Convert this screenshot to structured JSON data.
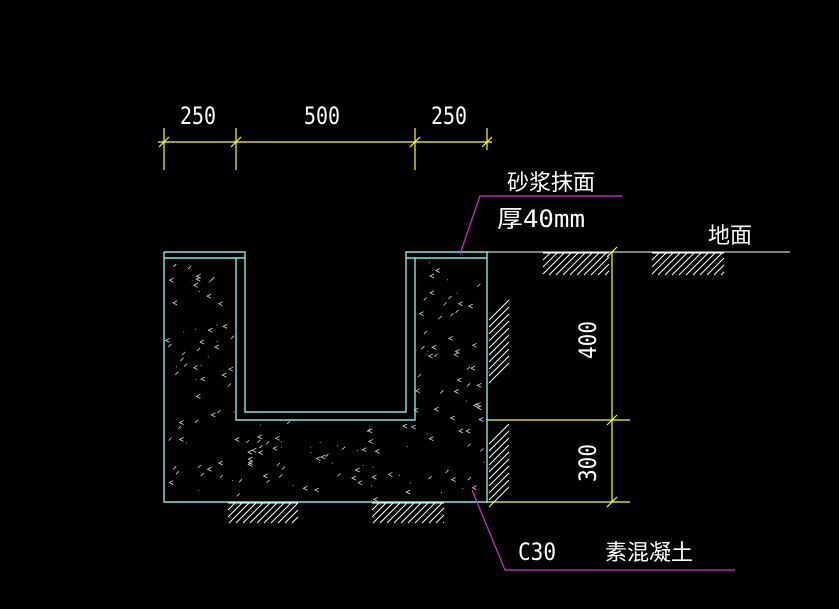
{
  "drawing": {
    "dimensions_top": [
      "250",
      "500",
      "250"
    ],
    "dimensions_right": [
      "400",
      "300"
    ],
    "label_mortar_line1": "砂浆抹面",
    "label_mortar_line2": "厚40mm",
    "label_ground": "地面",
    "label_concrete_grade": "C30",
    "label_concrete_type": "素混凝土",
    "colors": {
      "background": "#000000",
      "outline": "#7fe8e8",
      "dimension": "#ffff33",
      "leader": "#cc33cc",
      "text": "#ffffff",
      "hatch": "#ffffff"
    }
  }
}
